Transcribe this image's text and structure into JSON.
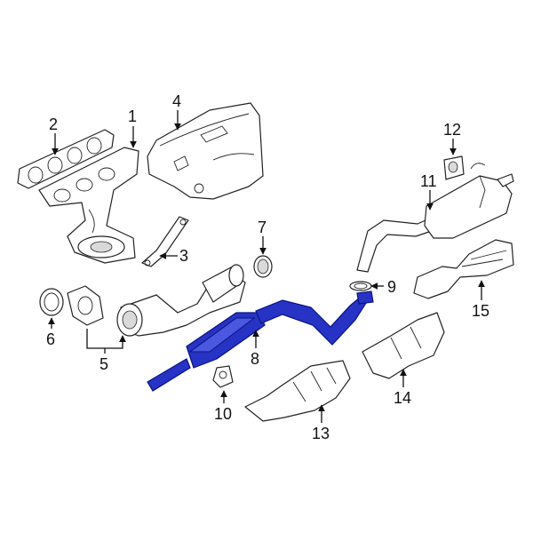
{
  "callouts": [
    {
      "id": "1",
      "label": "1"
    },
    {
      "id": "2",
      "label": "2"
    },
    {
      "id": "3",
      "label": "3"
    },
    {
      "id": "4",
      "label": "4"
    },
    {
      "id": "5",
      "label": "5"
    },
    {
      "id": "6",
      "label": "6"
    },
    {
      "id": "7",
      "label": "7"
    },
    {
      "id": "8",
      "label": "8"
    },
    {
      "id": "9",
      "label": "9"
    },
    {
      "id": "10",
      "label": "10"
    },
    {
      "id": "11",
      "label": "11"
    },
    {
      "id": "12",
      "label": "12"
    },
    {
      "id": "13",
      "label": "13"
    },
    {
      "id": "14",
      "label": "14"
    },
    {
      "id": "15",
      "label": "15"
    }
  ],
  "colors": {
    "highlight": "#2733c4",
    "line": "#222222",
    "background": "#ffffff"
  }
}
